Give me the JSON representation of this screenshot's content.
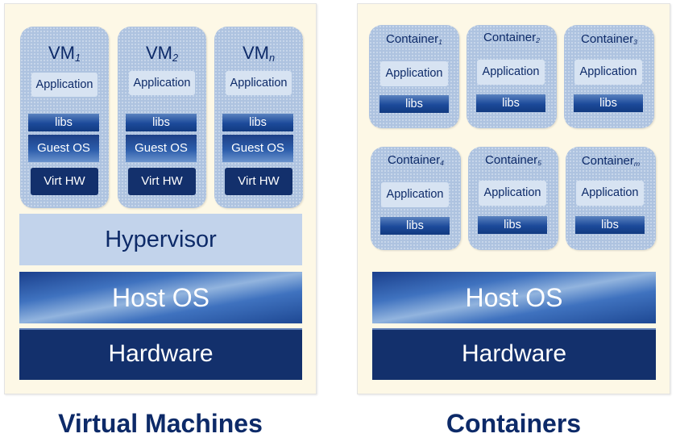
{
  "vm_panel": {
    "caption": "Virtual Machines",
    "vms": [
      {
        "name": "VM",
        "sub": "1",
        "app": "Application",
        "libs": "libs",
        "guest_os": "Guest OS",
        "virt_hw": "Virt HW"
      },
      {
        "name": "VM",
        "sub": "2",
        "app": "Application",
        "libs": "libs",
        "guest_os": "Guest OS",
        "virt_hw": "Virt HW"
      },
      {
        "name": "VM",
        "sub": "n",
        "app": "Application",
        "libs": "libs",
        "guest_os": "Guest OS",
        "virt_hw": "Virt HW"
      }
    ],
    "hypervisor": "Hypervisor",
    "host_os": "Host OS",
    "hardware": "Hardware"
  },
  "container_panel": {
    "caption": "Containers",
    "containers": [
      {
        "name": "Container",
        "sub": "1",
        "app": "Application",
        "libs": "libs"
      },
      {
        "name": "Container",
        "sub": "2",
        "app": "Application",
        "libs": "libs"
      },
      {
        "name": "Container",
        "sub": "3",
        "app": "Application",
        "libs": "libs"
      },
      {
        "name": "Container",
        "sub": "4",
        "app": "Application",
        "libs": "libs"
      },
      {
        "name": "Container",
        "sub": "5",
        "app": "Application",
        "libs": "libs"
      },
      {
        "name": "Container",
        "sub": "m",
        "app": "Application",
        "libs": "libs"
      }
    ],
    "host_os": "Host OS",
    "hardware": "Hardware"
  },
  "colors": {
    "panel_bg": "#fdf8e6",
    "card_bg": "#aec3e0",
    "dark_navy": "#13306c",
    "text_navy": "#0d2a68",
    "hypervisor_bg": "#c2d3eb",
    "application_bg": "#d7e3f2"
  }
}
